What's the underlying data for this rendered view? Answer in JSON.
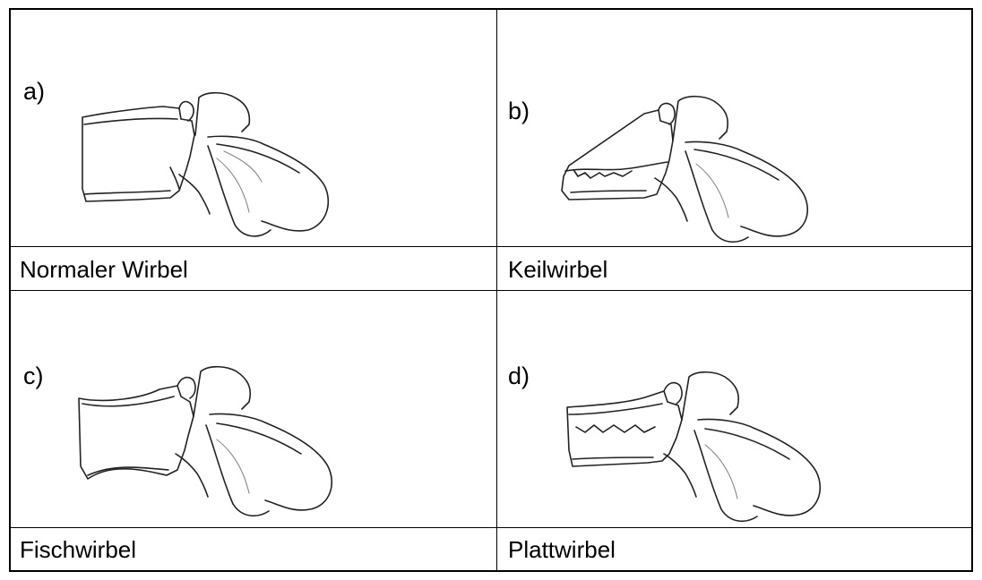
{
  "cells": [
    {
      "letter": "a)",
      "caption": "Normaler Wirbel",
      "shape": "normal"
    },
    {
      "letter": "b)",
      "caption": "Keilwirbel",
      "shape": "wedge"
    },
    {
      "letter": "c)",
      "caption": "Fischwirbel",
      "shape": "fish"
    },
    {
      "letter": "d)",
      "caption": "Plattwirbel",
      "shape": "flat"
    }
  ],
  "colors": {
    "border": "#000000",
    "stroke": "#222222",
    "background": "#ffffff"
  }
}
